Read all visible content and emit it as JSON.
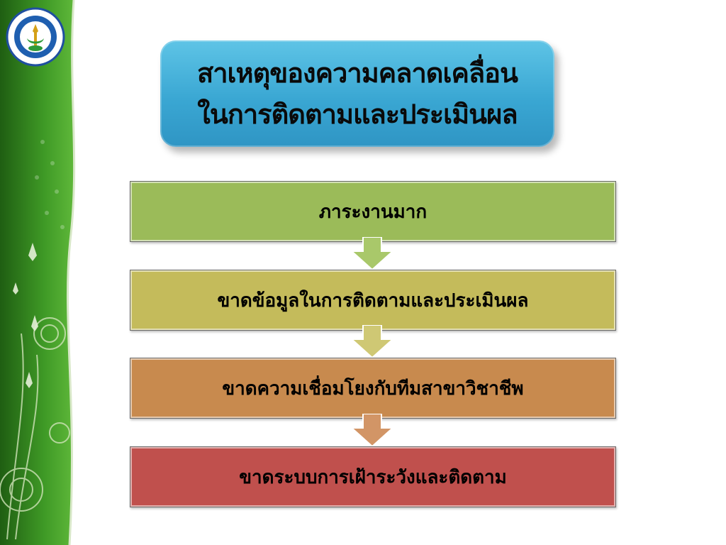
{
  "title": {
    "line1": "สาเหตุของความคลาดเคลื่อน",
    "line2": "ในการติดตามและประเมินผล"
  },
  "steps": [
    {
      "label": "ภาระงานมาก",
      "color": "#9bbb59"
    },
    {
      "label": "ขาดข้อมูลในการติดตามและประเมินผล",
      "color": "#c4bb5b"
    },
    {
      "label": "ขาดความเชื่อมโยงกับทีมสาขาวิชาชีพ",
      "color": "#c88a4e"
    },
    {
      "label": "ขาดระบบการเฝ้าระวังและติดตาม",
      "color": "#c0504d"
    }
  ],
  "arrows": [
    {
      "color": "#a9c86a"
    },
    {
      "color": "#cfc874"
    },
    {
      "color": "#d29566"
    }
  ],
  "theme": {
    "title_bg": "#3aa7d3",
    "panel_green": "#2e7d1e"
  }
}
